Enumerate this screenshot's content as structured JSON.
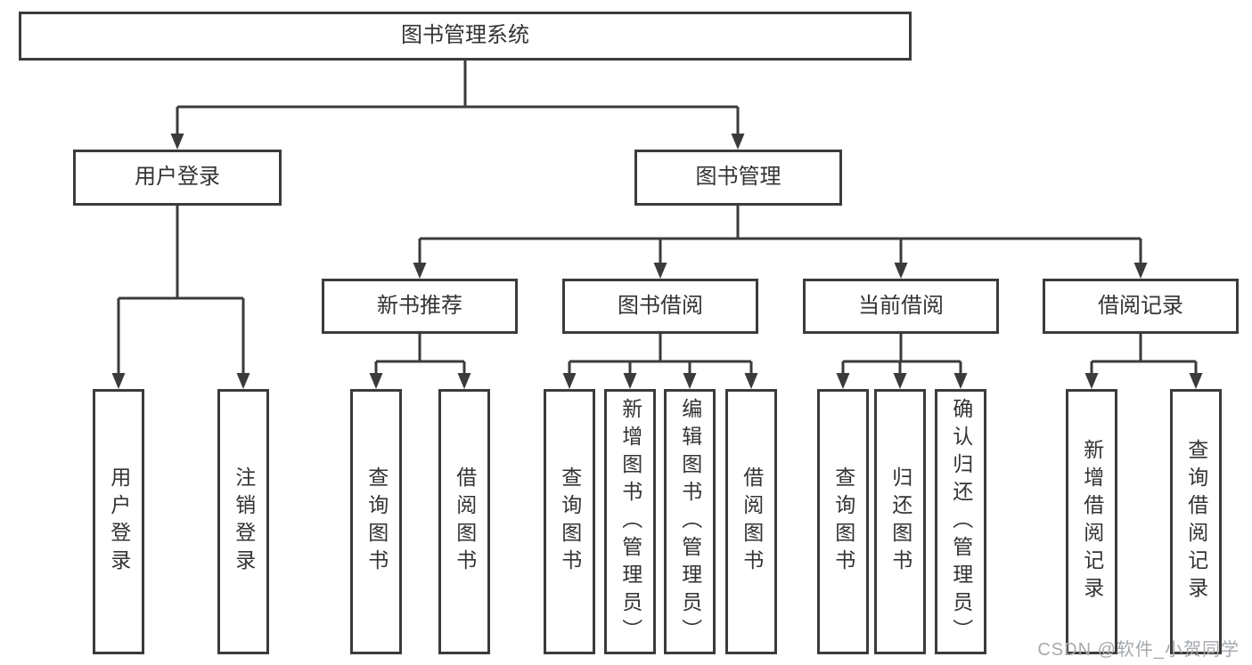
{
  "tree": {
    "label": "图书管理系统",
    "children": [
      {
        "label": "用户登录",
        "children": [
          {
            "label": "用户登录"
          },
          {
            "label": "注销登录"
          }
        ]
      },
      {
        "label": "图书管理",
        "children": [
          {
            "label": "新书推荐",
            "children": [
              {
                "label": "查询图书"
              },
              {
                "label": "借阅图书"
              }
            ]
          },
          {
            "label": "图书借阅",
            "children": [
              {
                "label": "查询图书"
              },
              {
                "label": "新增图书（管理员）"
              },
              {
                "label": "编辑图书（管理员）"
              },
              {
                "label": "借阅图书"
              }
            ]
          },
          {
            "label": "当前借阅",
            "children": [
              {
                "label": "查询图书"
              },
              {
                "label": "归还图书"
              },
              {
                "label": "确认归还（管理员）"
              }
            ]
          },
          {
            "label": "借阅记录",
            "children": [
              {
                "label": "新增借阅记录"
              },
              {
                "label": "查询借阅记录"
              }
            ]
          }
        ]
      }
    ]
  },
  "watermark": {
    "text": "CSDN @软件_小贺同学"
  },
  "colors": {
    "line": "#3b3b3b",
    "text": "#333333",
    "watermark": "#a5a9ad",
    "background": "#ffffff"
  }
}
